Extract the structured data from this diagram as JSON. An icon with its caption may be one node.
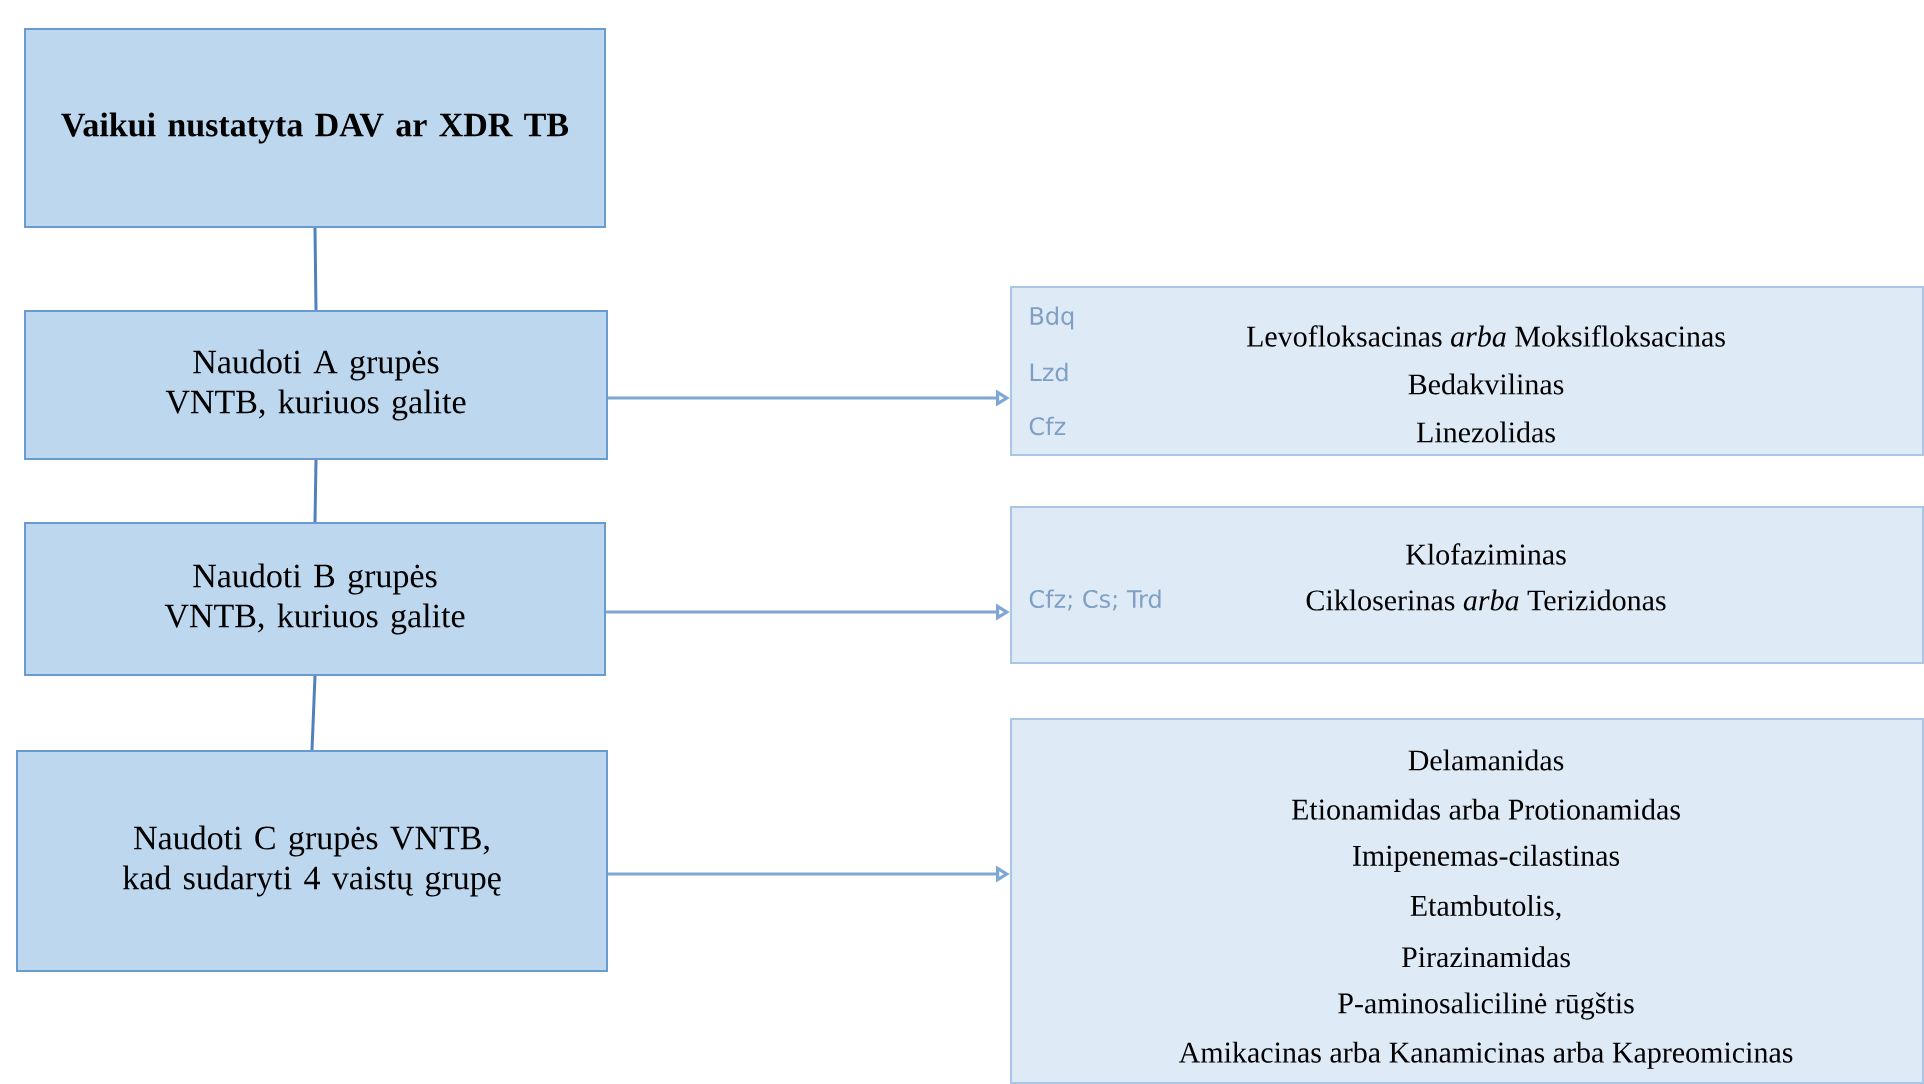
{
  "diagram": {
    "nodes": [
      {
        "text": [
          "Vaikui nustatyta DAV ar XDR TB"
        ]
      },
      {
        "text": [
          "Naudoti A grupės VNTB, kuriuos galite"
        ]
      },
      {
        "text": [
          "Naudoti B grupės VNTB, kuriuos galite"
        ]
      },
      {
        "text": [
          "Naudoti C grupės VNTB, kad sudaryti 4 vaistų grupę"
        ]
      },
      {
        "text": [
          "Bdq",
          "Lzd",
          "Cfz",
          "Levofloksacinas *arba* Moksifloksacinas",
          "Bedakvilinas",
          "Linezolidas"
        ]
      },
      {
        "text": [
          "Cfz; Cs; Trd",
          "Klofaziminas",
          "Cikloserinas *arba* Terizidonas"
        ]
      },
      {
        "text": [
          "Delamanidas",
          "Etionamidas arba Protionamidas",
          "Imipenemas-cilastinas",
          "Etambutolis,",
          "Pirazinamidas",
          "P-aminosalicilinė rūgštis",
          "Amikacinas arba Kanamicinas arba Kapreomicinas"
        ]
      }
    ],
    "edges": [
      {
        "from": 0,
        "to": 1,
        "arrow": "none"
      },
      {
        "from": 1,
        "to": 2,
        "arrow": "none"
      },
      {
        "from": 2,
        "to": 3,
        "arrow": "none"
      },
      {
        "from": 1,
        "to": 4,
        "arrow": "to"
      },
      {
        "from": 2,
        "to": 5,
        "arrow": "to"
      },
      {
        "from": 3,
        "to": 6,
        "arrow": "to"
      }
    ]
  }
}
